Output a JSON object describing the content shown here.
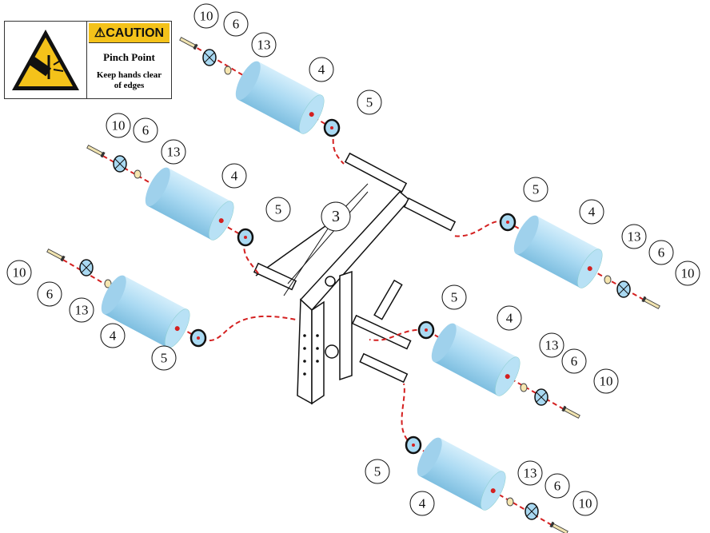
{
  "caution_label": {
    "header": "CAUTION",
    "title": "Pinch Point",
    "line1": "Keep hands clear",
    "line2": "of edges"
  },
  "callouts": {
    "p3": "3",
    "p4": "4",
    "p5": "5",
    "p6": "6",
    "p10": "10",
    "p13": "13"
  },
  "colors": {
    "roller": "#a9d9f2",
    "dash": "#d42020",
    "caution": "#f4c21a"
  }
}
